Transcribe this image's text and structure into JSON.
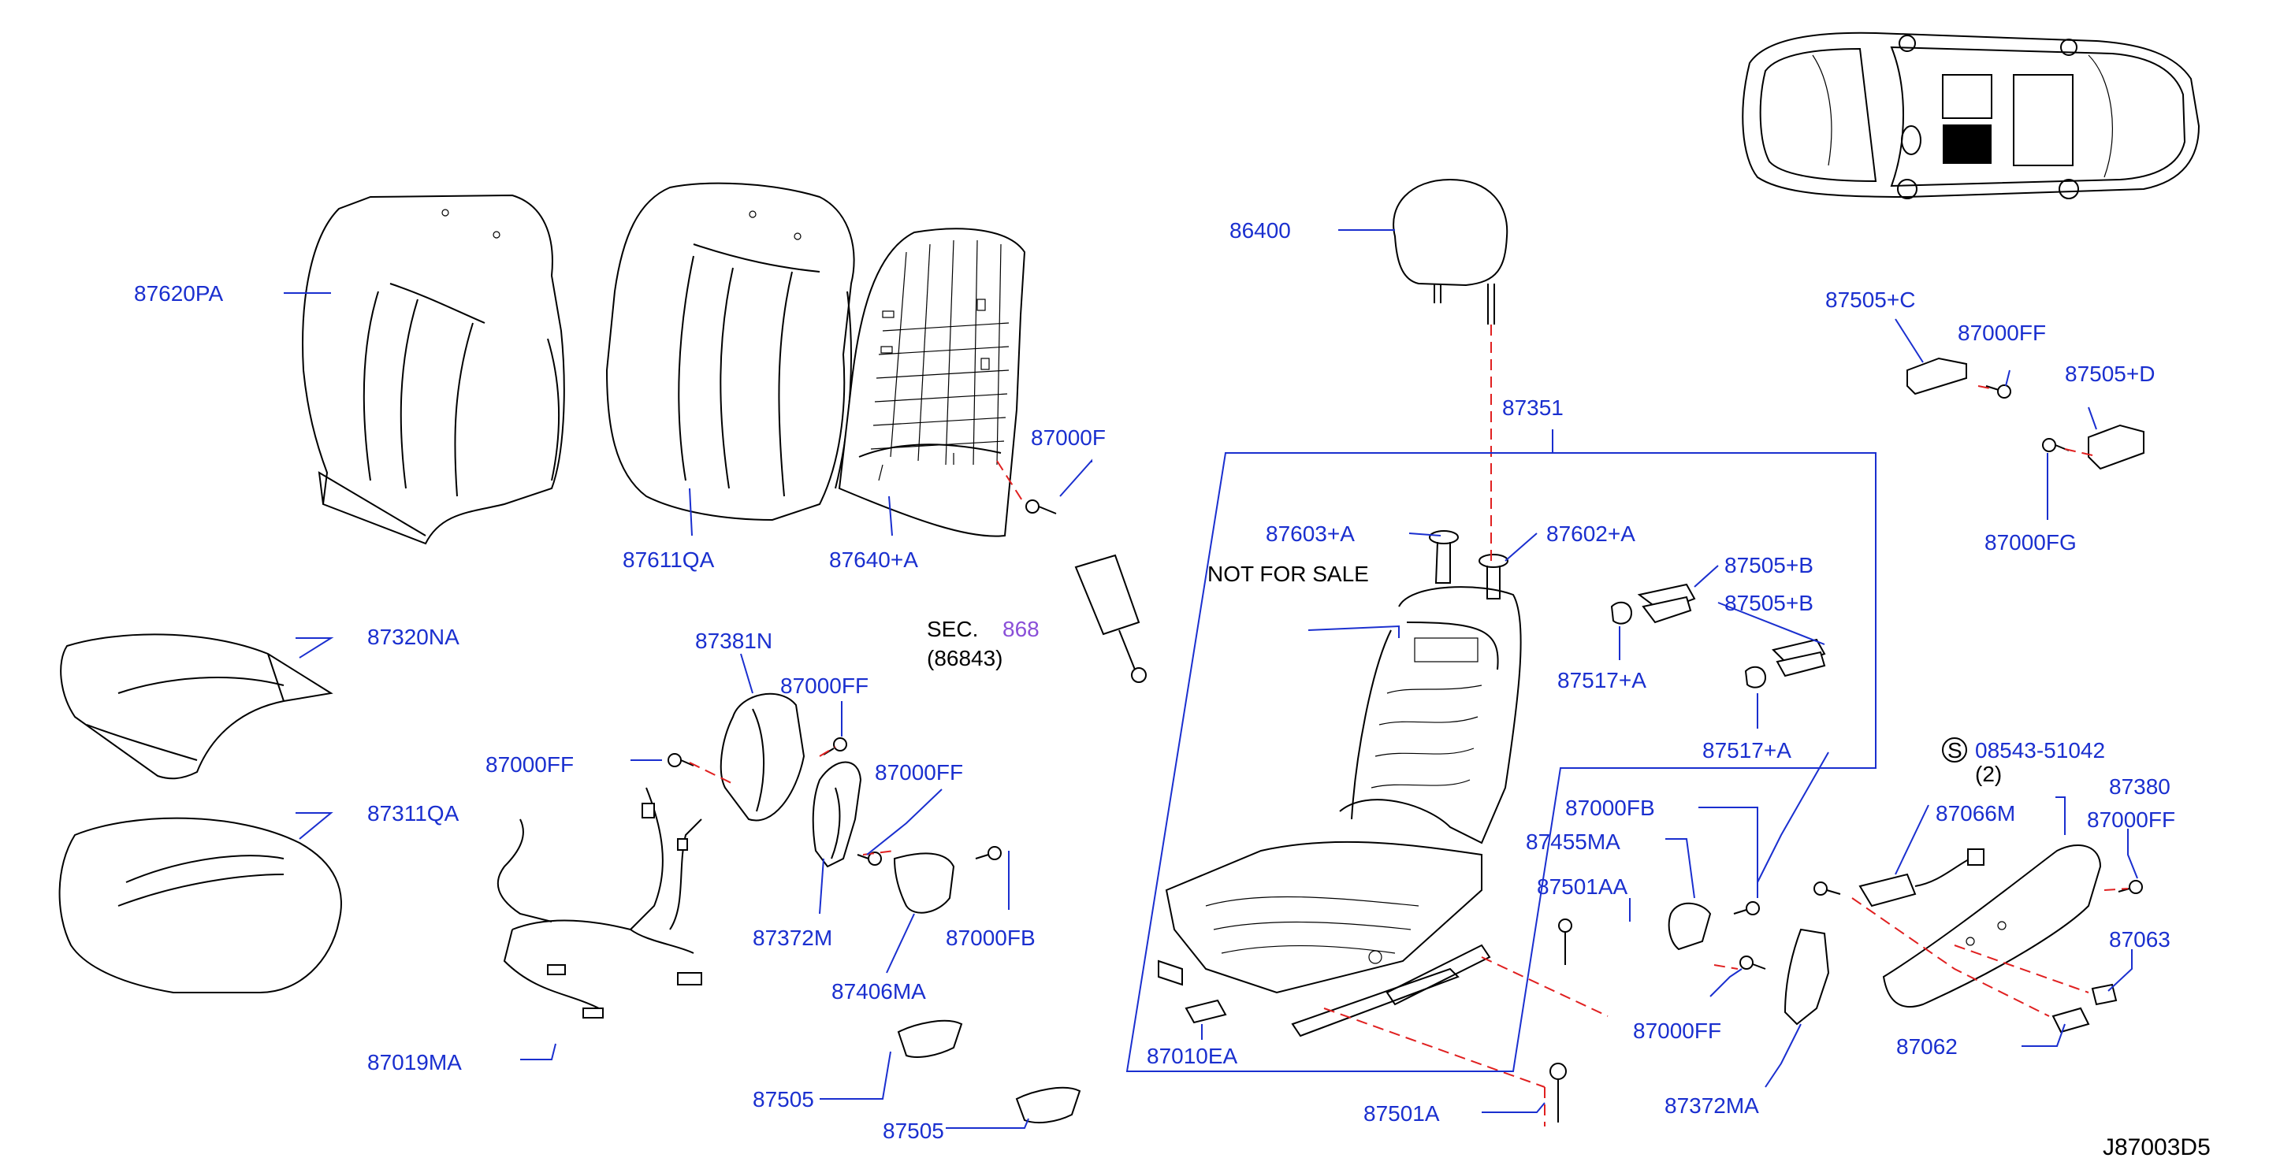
{
  "diagram_code": "J87003D5",
  "note": "NOT  FOR  SALE",
  "sec": {
    "prefix": "SEC.",
    "number": "868",
    "sub": "(86843)"
  },
  "std_part": {
    "symbol": "S",
    "number": "08543-51042",
    "qty": "(2)"
  },
  "labels": {
    "p87620PA": "87620PA",
    "p87611QA": "87611QA",
    "p87640A": "87640+A",
    "p87000F": "87000F",
    "p86400": "86400",
    "p87351": "87351",
    "p87603A": "87603+A",
    "p87602A": "87602+A",
    "p87505B1": "87505+B",
    "p87505B2": "87505+B",
    "p87517A1": "87517+A",
    "p87517A2": "87517+A",
    "p87505C": "87505+C",
    "p87000FF_tr": "87000FF",
    "p87505D": "87505+D",
    "p87000FG": "87000FG",
    "p87320NA": "87320NA",
    "p87311QA": "87311QA",
    "p87381N": "87381N",
    "p87000FF_a": "87000FF",
    "p87000FF_b": "87000FF",
    "p87000FF_c": "87000FF",
    "p87372M": "87372M",
    "p87406MA": "87406MA",
    "p87000FB_a": "87000FB",
    "p87019MA": "87019MA",
    "p87505_a": "87505",
    "p87505_b": "87505",
    "p87010EA": "87010EA",
    "p87501A": "87501A",
    "p87000FB_b": "87000FB",
    "p87455MA": "87455MA",
    "p87501AA": "87501AA",
    "p87000FF_d": "87000FF",
    "p87372MA": "87372MA",
    "p87066M": "87066M",
    "p87380": "87380",
    "p87000FF_e": "87000FF",
    "p87063": "87063",
    "p87062": "87062"
  }
}
